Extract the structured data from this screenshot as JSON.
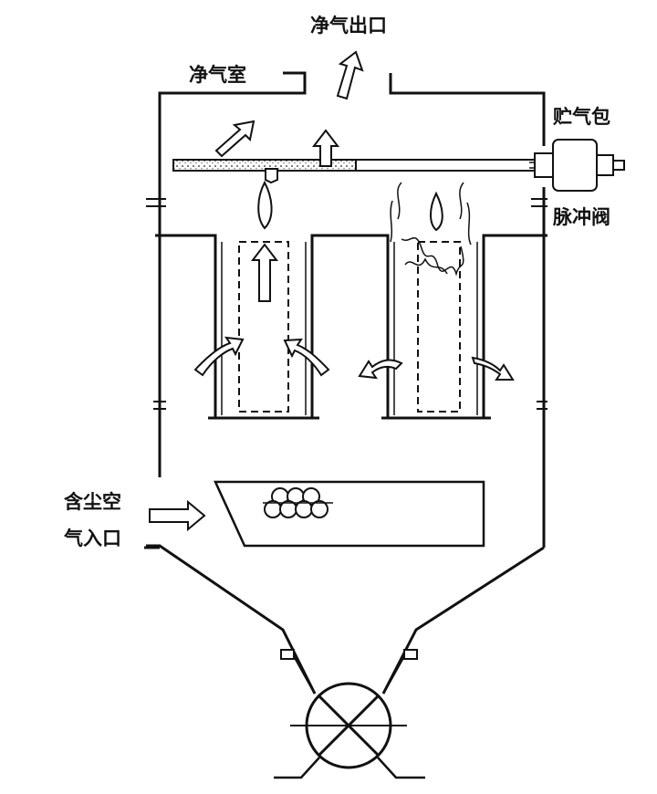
{
  "labels": {
    "clean_air_outlet": "净气出口",
    "clean_air_chamber": "净气室",
    "air_tank": "贮气包",
    "pulse_valve": "脉冲阀",
    "dusty_inlet_line1": "含尘空",
    "dusty_inlet_line2": "气入口"
  },
  "colors": {
    "stroke": "#111111",
    "background": "#ffffff",
    "pipe_fill": "#d9d9d9"
  },
  "icons": [
    "airflow-arrow-icon",
    "rotary-valve-icon"
  ]
}
